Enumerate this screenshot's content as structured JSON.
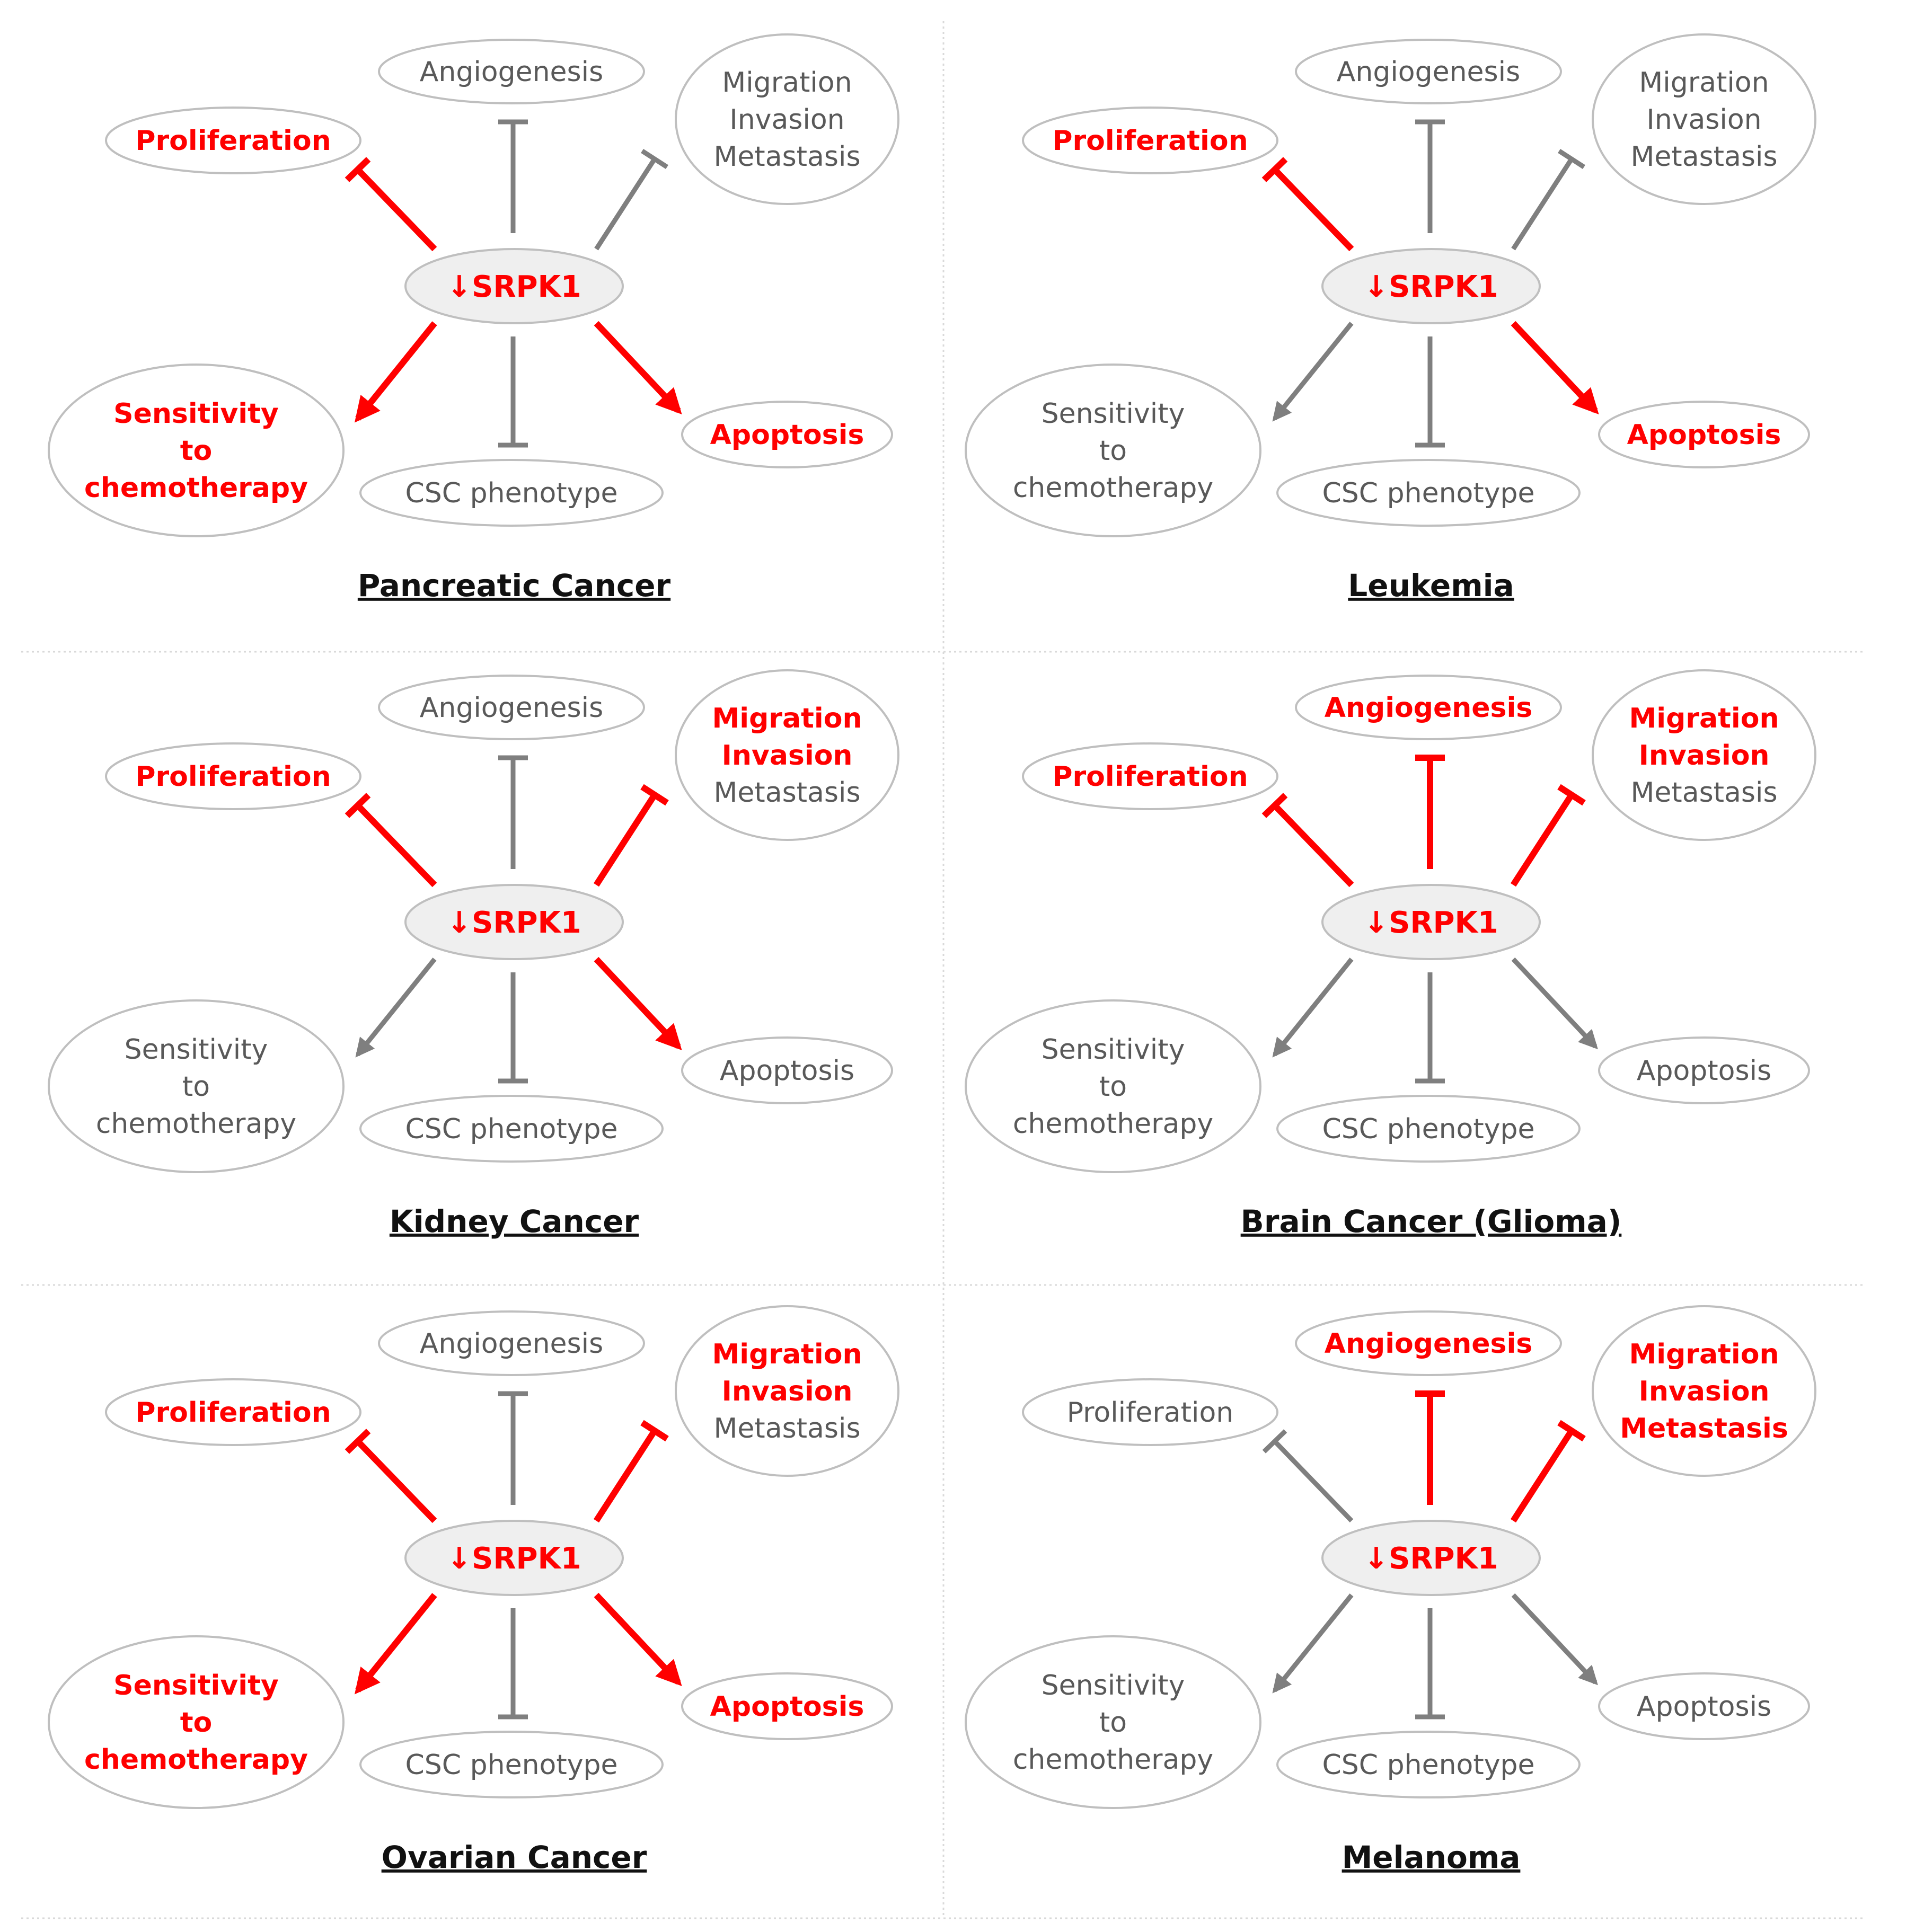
{
  "colors": {
    "active": "#ff0000",
    "inactive": "#7f7f7f",
    "inactive_text": "#595959",
    "node_border": "#bfbfbf",
    "center_fill": "#efefef",
    "title": "#111111"
  },
  "center_label": "↓SRPK1",
  "panels": [
    {
      "title": "Pancreatic Cancer",
      "nodes": {
        "proliferation": {
          "lines": [
            "Proliferation"
          ],
          "active": true,
          "link": "inhibit"
        },
        "angiogenesis": {
          "lines": [
            "Angiogenesis"
          ],
          "active": false,
          "link": "inhibit"
        },
        "migration": {
          "lines": [
            "Migration",
            "Invasion",
            "Metastasis"
          ],
          "active": [
            false,
            false,
            false
          ],
          "link": "inhibit"
        },
        "sensitivity": {
          "lines": [
            "Sensitivity",
            "to",
            "chemotherapy"
          ],
          "active": true,
          "link": "arrow"
        },
        "csc": {
          "lines": [
            "CSC phenotype"
          ],
          "active": false,
          "link": "inhibit"
        },
        "apoptosis": {
          "lines": [
            "Apoptosis"
          ],
          "active": true,
          "link": "arrow"
        }
      }
    },
    {
      "title": "Leukemia",
      "nodes": {
        "proliferation": {
          "lines": [
            "Proliferation"
          ],
          "active": true,
          "link": "inhibit"
        },
        "angiogenesis": {
          "lines": [
            "Angiogenesis"
          ],
          "active": false,
          "link": "inhibit"
        },
        "migration": {
          "lines": [
            "Migration",
            "Invasion",
            "Metastasis"
          ],
          "active": [
            false,
            false,
            false
          ],
          "link": "inhibit"
        },
        "sensitivity": {
          "lines": [
            "Sensitivity",
            "to",
            "chemotherapy"
          ],
          "active": false,
          "link": "arrow"
        },
        "csc": {
          "lines": [
            "CSC phenotype"
          ],
          "active": false,
          "link": "inhibit"
        },
        "apoptosis": {
          "lines": [
            "Apoptosis"
          ],
          "active": true,
          "link": "arrow"
        }
      }
    },
    {
      "title": "Kidney Cancer",
      "nodes": {
        "proliferation": {
          "lines": [
            "Proliferation"
          ],
          "active": true,
          "link": "inhibit"
        },
        "angiogenesis": {
          "lines": [
            "Angiogenesis"
          ],
          "active": false,
          "link": "inhibit"
        },
        "migration": {
          "lines": [
            "Migration",
            "Invasion",
            "Metastasis"
          ],
          "active": [
            true,
            true,
            false
          ],
          "link": "inhibit"
        },
        "sensitivity": {
          "lines": [
            "Sensitivity",
            "to",
            "chemotherapy"
          ],
          "active": false,
          "link": "arrow"
        },
        "csc": {
          "lines": [
            "CSC phenotype"
          ],
          "active": false,
          "link": "inhibit"
        },
        "apoptosis": {
          "lines": [
            "Apoptosis"
          ],
          "active": false,
          "link": "arrow",
          "line_active": true
        }
      }
    },
    {
      "title": "Brain Cancer (Glioma)",
      "nodes": {
        "proliferation": {
          "lines": [
            "Proliferation"
          ],
          "active": true,
          "link": "inhibit"
        },
        "angiogenesis": {
          "lines": [
            "Angiogenesis"
          ],
          "active": true,
          "link": "inhibit"
        },
        "migration": {
          "lines": [
            "Migration",
            "Invasion",
            "Metastasis"
          ],
          "active": [
            true,
            true,
            false
          ],
          "link": "inhibit"
        },
        "sensitivity": {
          "lines": [
            "Sensitivity",
            "to",
            "chemotherapy"
          ],
          "active": false,
          "link": "arrow"
        },
        "csc": {
          "lines": [
            "CSC phenotype"
          ],
          "active": false,
          "link": "inhibit"
        },
        "apoptosis": {
          "lines": [
            "Apoptosis"
          ],
          "active": false,
          "link": "arrow"
        }
      }
    },
    {
      "title": "Ovarian Cancer",
      "nodes": {
        "proliferation": {
          "lines": [
            "Proliferation"
          ],
          "active": true,
          "link": "inhibit"
        },
        "angiogenesis": {
          "lines": [
            "Angiogenesis"
          ],
          "active": false,
          "link": "inhibit"
        },
        "migration": {
          "lines": [
            "Migration",
            "Invasion",
            "Metastasis"
          ],
          "active": [
            true,
            true,
            false
          ],
          "link": "inhibit"
        },
        "sensitivity": {
          "lines": [
            "Sensitivity",
            "to",
            "chemotherapy"
          ],
          "active": true,
          "link": "arrow"
        },
        "csc": {
          "lines": [
            "CSC phenotype"
          ],
          "active": false,
          "link": "inhibit"
        },
        "apoptosis": {
          "lines": [
            "Apoptosis"
          ],
          "active": true,
          "link": "arrow"
        }
      }
    },
    {
      "title": "Melanoma",
      "nodes": {
        "proliferation": {
          "lines": [
            "Proliferation"
          ],
          "active": false,
          "link": "inhibit"
        },
        "angiogenesis": {
          "lines": [
            "Angiogenesis"
          ],
          "active": true,
          "link": "inhibit"
        },
        "migration": {
          "lines": [
            "Migration",
            "Invasion",
            "Metastasis"
          ],
          "active": [
            true,
            true,
            true
          ],
          "link": "inhibit"
        },
        "sensitivity": {
          "lines": [
            "Sensitivity",
            "to",
            "chemotherapy"
          ],
          "active": false,
          "link": "arrow"
        },
        "csc": {
          "lines": [
            "CSC phenotype"
          ],
          "active": false,
          "link": "inhibit"
        },
        "apoptosis": {
          "lines": [
            "Apoptosis"
          ],
          "active": false,
          "link": "arrow"
        }
      }
    }
  ]
}
